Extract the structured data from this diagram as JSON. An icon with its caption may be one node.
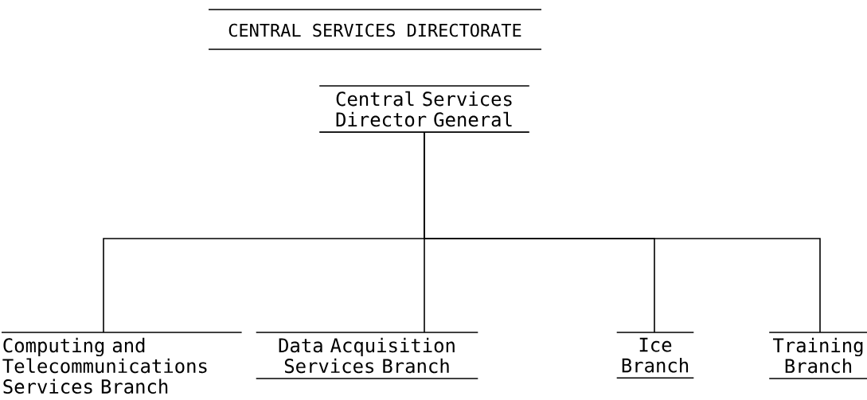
{
  "diagram": {
    "title": "CENTRAL SERVICES DIRECTORATE",
    "nodes": [
      {
        "text": [
          "Central Services Director General"
        ]
      },
      {
        "text": [
          "Computing and Telecommunications Services Branch"
        ]
      },
      {
        "text": [
          "Data Acquisition Services Branch"
        ]
      },
      {
        "text": [
          "Ice Branch"
        ]
      },
      {
        "text": [
          "Training Branch"
        ]
      }
    ],
    "edges": [
      {
        "from": 0,
        "to": 1,
        "arrow": "none"
      },
      {
        "from": 0,
        "to": 2,
        "arrow": "none"
      },
      {
        "from": 0,
        "to": 3,
        "arrow": "none"
      },
      {
        "from": 0,
        "to": 4,
        "arrow": "none"
      }
    ]
  }
}
